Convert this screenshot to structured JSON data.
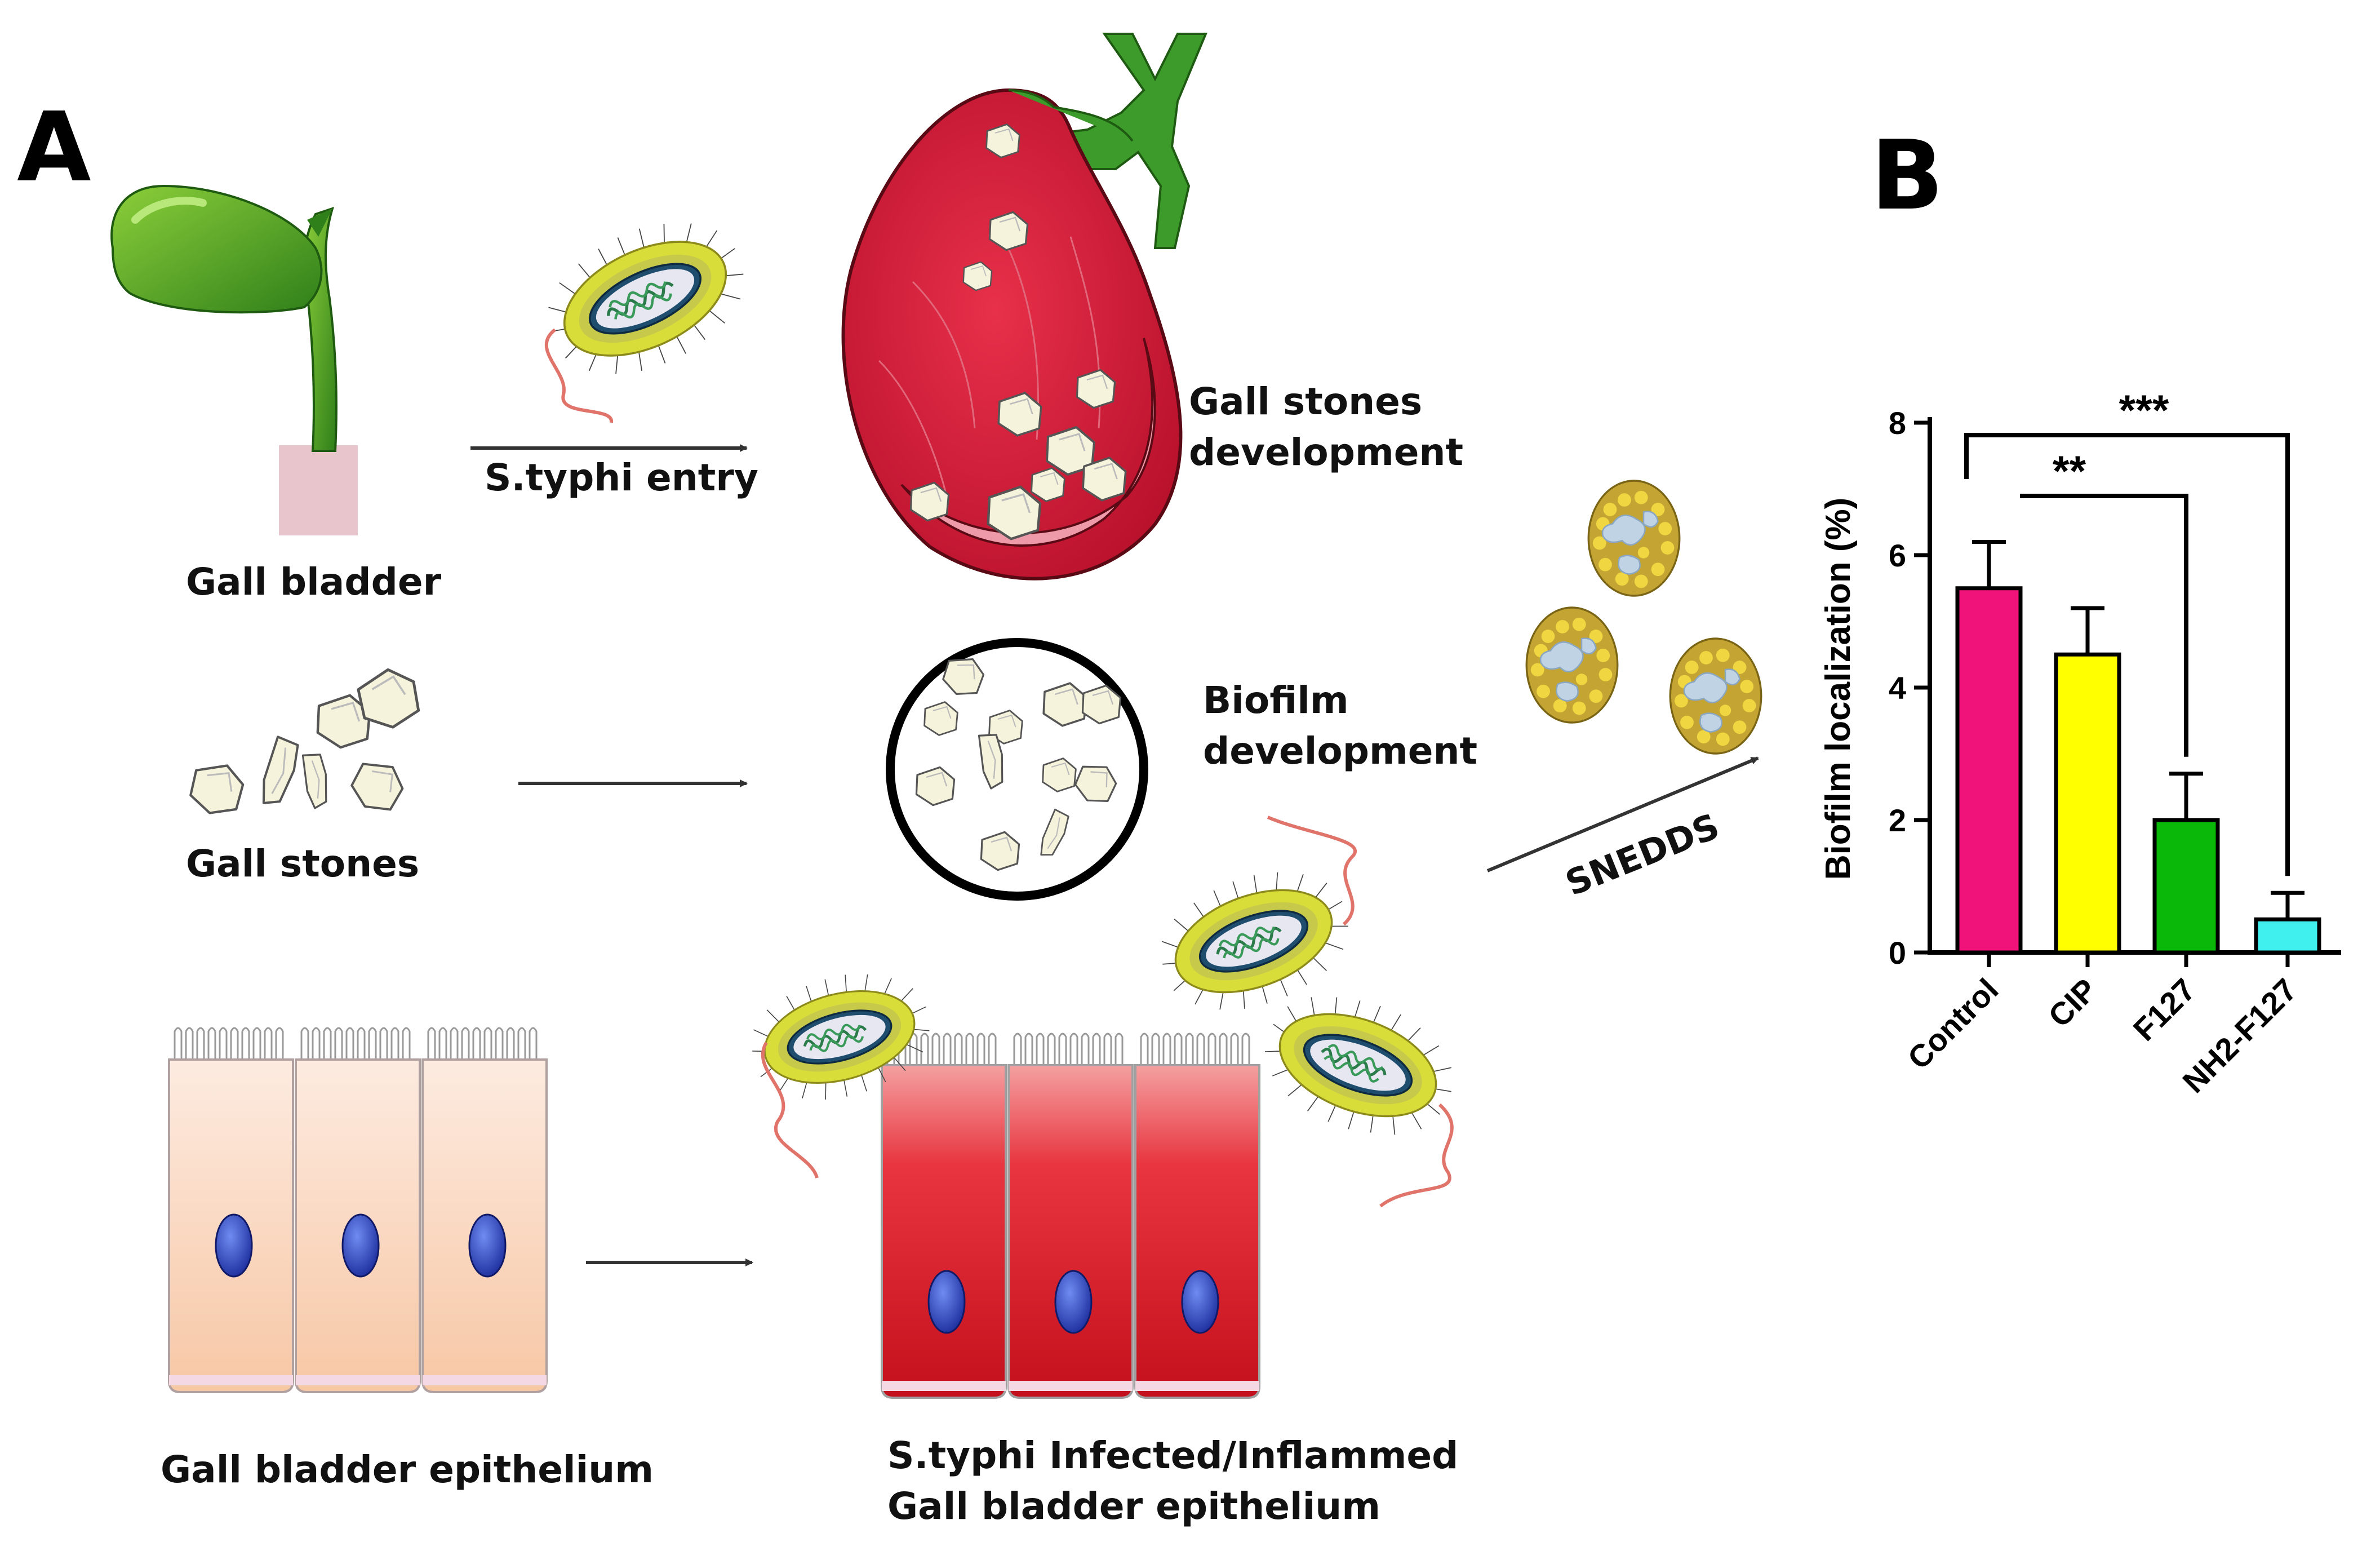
{
  "panel_a": {
    "letter": "A",
    "gall_bladder_label": "Gall bladder",
    "entry_label": "S.typhi entry",
    "stones_dev_label_1": "Gall stones",
    "stones_dev_label_2": "development",
    "gall_stones_label": "Gall stones",
    "biofilm_label_1": "Biofilm",
    "biofilm_label_2": "development",
    "epithelium_label": "Gall bladder epithelium",
    "infected_label_1": "S.typhi Infected/Inflammed",
    "infected_label_2": "Gall bladder epithelium",
    "snedds_label": "SNEDDS"
  },
  "panel_b": {
    "letter": "B"
  },
  "colors": {
    "control": "#f0147a",
    "cip": "#ffff00",
    "f127": "#0ab80a",
    "nh2_f127": "#3ff0ef",
    "bile_duct_green": "#3c9b2a",
    "inflamed_red": "#d7182a",
    "epithelium_peach": "#fbd9c0"
  },
  "chart_data": {
    "type": "bar",
    "categories": [
      "Control",
      "CIP",
      "F127",
      "NH2-F127"
    ],
    "values": [
      5.5,
      4.5,
      2.0,
      0.5
    ],
    "errors": [
      0.7,
      0.7,
      0.7,
      0.4
    ],
    "ylabel": "Biofilm localization (%)",
    "xlabel": "",
    "ylim": [
      0,
      8
    ],
    "yticks": [
      0,
      2,
      4,
      6,
      8
    ],
    "significance": [
      {
        "from": "Control",
        "to": "F127",
        "label": "**"
      },
      {
        "from": "Control",
        "to": "NH2-F127",
        "label": "***"
      }
    ],
    "grid": false
  }
}
